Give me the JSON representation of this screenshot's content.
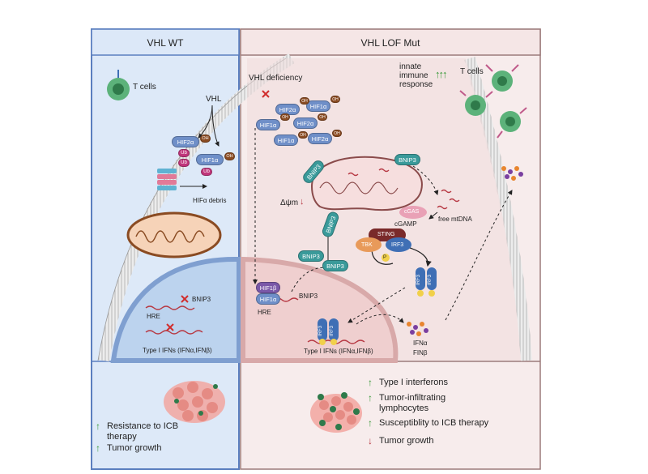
{
  "left_panel": {
    "title": "VHL WT",
    "t_cells": "T cells",
    "vhl": "VHL",
    "hif2a": "HIF2α",
    "hif1a": "HIF1α",
    "ub": "Ub",
    "oh": "OH",
    "debris": "HIFα debris",
    "bnip3": "BNIP3",
    "hre": "HRE",
    "type1": "Type I IFNs (IFNα,IFNβ)",
    "outcomes": [
      {
        "arrow": "↑",
        "text": "Resistance to ICB therapy"
      },
      {
        "arrow": "↑",
        "text": "Tumor growth"
      }
    ]
  },
  "right_panel": {
    "title": "VHL LOF Mut",
    "vhl_deficiency": "VHL deficiency",
    "innate_immune_response": "innate immune response",
    "t_cells": "T cells",
    "hif1b": "HIF1β",
    "hif1a": "HIF1α",
    "hif2a": "HIF2α",
    "oh": "OH",
    "bnip3": "BNIP3",
    "hre": "HRE",
    "delta_psi": "Δψm",
    "free_mtdna": "free mtDNA",
    "cgas": "cGAS",
    "cgamp": "cGAMP",
    "sting": "STING",
    "tbk": "TBK",
    "irf3": "IRF3",
    "p": "P",
    "type1": "Type I IFNs (IFNα,IFNβ)",
    "ifna": "IFNα",
    "finb": "FINβ",
    "outcomes": [
      {
        "arrow": "↑",
        "text": "Type I interferons"
      },
      {
        "arrow": "↑",
        "text": "Tumor-infiltrating lymphocytes"
      },
      {
        "arrow": "↑",
        "text": "Susceptiblity to ICB therapy"
      },
      {
        "arrow": "↓",
        "text": "Tumor growth"
      }
    ]
  },
  "colors": {
    "left_bg": "#dde9f8",
    "left_border": "#5b7fbf",
    "right_bg": "#f7ecec",
    "right_border": "#9c7b7b",
    "hif": "#6f8fc8",
    "bnip3": "#3a9a9a",
    "oh": "#8a4b22",
    "up_arrow": "#3a9a3a",
    "down_arrow": "#b73a44"
  }
}
